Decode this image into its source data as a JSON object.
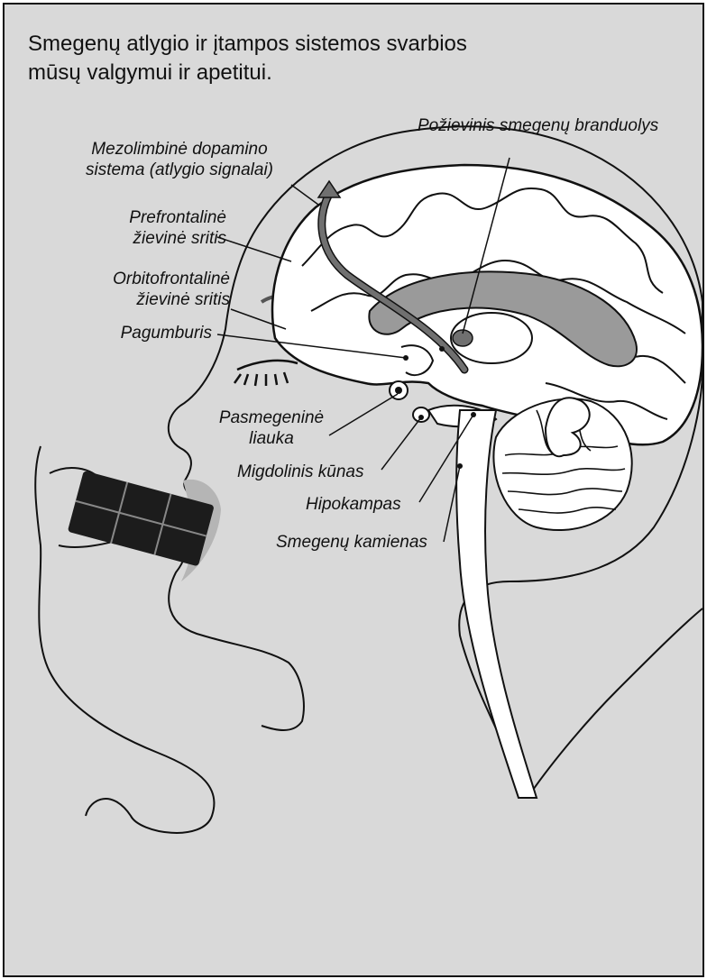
{
  "title": {
    "line1": "Smegenų atlygio ir įtampos sistemos svarbios",
    "line2": "mūsų valgymui ir apetitui."
  },
  "labels": {
    "nucleus_accumbens": "Požievinis smegenų branduolys",
    "mesolimbic": {
      "line1": "Mezolimbinė dopamino",
      "line2": "sistema (atlygio signalai)"
    },
    "prefrontal": {
      "line1": "Prefrontalinė",
      "line2": "žievinė sritis"
    },
    "orbitofrontal": {
      "line1": "Orbitofrontalinė",
      "line2": "žievinė sritis"
    },
    "hypothalamus": "Pagumburis",
    "pituitary": {
      "line1": "Pasmegeninė",
      "line2": "liauka"
    },
    "amygdala": "Migdolinis kūnas",
    "hippocampus": "Hipokampas",
    "brainstem": "Smegenų kamienas"
  },
  "colors": {
    "background": "#d9d9d9",
    "brain": "#ffffff",
    "inner_region": "#9a9a9a",
    "pathway": "#707070",
    "chocolate": "#1c1c1c"
  }
}
